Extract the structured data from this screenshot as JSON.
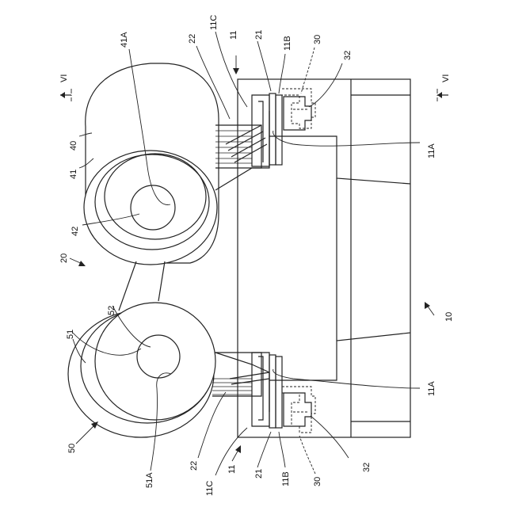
{
  "figure": {
    "labels": {
      "section_left": "VI",
      "section_right": "VI",
      "l41A": "41A",
      "l22_top": "22",
      "l11C_top": "11C",
      "l11_top": "11",
      "l21_top": "21",
      "l11B_top": "11B",
      "l30_top": "30",
      "l32_top": "32",
      "l11A_top": "11A",
      "l40": "40",
      "l41": "41",
      "l42": "42",
      "l20": "20",
      "l52": "52",
      "l51": "51",
      "l10": "10",
      "l11A_bottom": "11A",
      "l50": "50",
      "l22_bottom": "22",
      "l51A": "51A",
      "l11C_bottom": "11C",
      "l11_bottom": "11",
      "l21_bottom": "21",
      "l11B_bottom": "11B",
      "l30_bottom": "30",
      "l32_bottom": "32"
    }
  }
}
